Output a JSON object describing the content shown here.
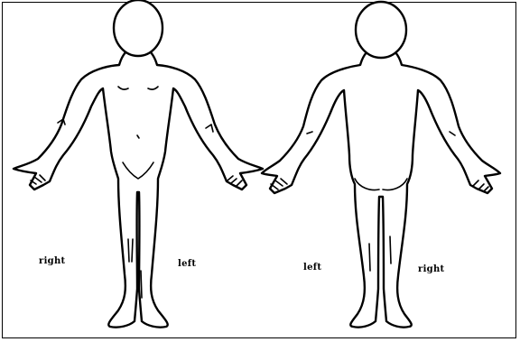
{
  "labels": {
    "front_right": "right",
    "front_left": "left",
    "back_left": "left",
    "back_right": "right"
  },
  "colors": {
    "outline": "#000000",
    "background": "#ffffff"
  }
}
